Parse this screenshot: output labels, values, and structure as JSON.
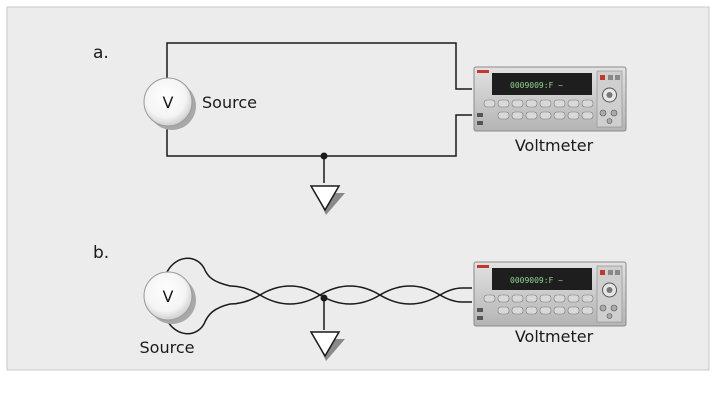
{
  "diagram": {
    "panel_a": {
      "label": "a.",
      "source_symbol": "V",
      "source_label": "Source",
      "meter_label": "Voltmeter"
    },
    "panel_b": {
      "label": "b.",
      "source_symbol": "V",
      "source_label": "Source",
      "meter_label": "Voltmeter"
    }
  },
  "colors": {
    "background": "#ececec",
    "wire": "#1a1a1a",
    "meter_body": "#c9c9c9",
    "display": "#1e1e1e",
    "display_text": "#8fd68f"
  },
  "icons": [
    "voltage-source-icon",
    "ground-symbol-icon",
    "voltmeter-icon",
    "twisted-pair-icon"
  ]
}
